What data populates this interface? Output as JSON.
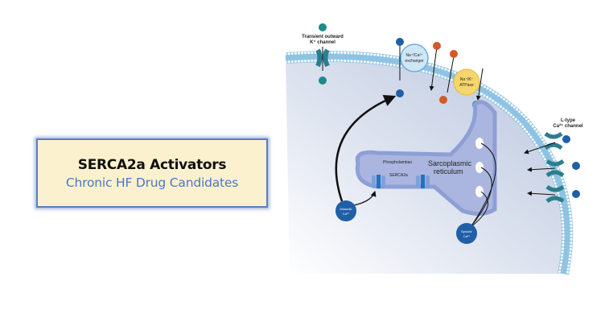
{
  "title_box": {
    "heading": "SERCA2a Activators",
    "subheading": "Chronic HF Drug Candidates"
  },
  "diagram": {
    "labels": {
      "k_channel_line1": "Transient outward",
      "k_channel_line2": "K⁺ channel",
      "exchanger_line1": "Na⁺/Ca²⁺",
      "exchanger_line2": "exchanger",
      "atpase_line1": "Na⁺/K⁺",
      "atpase_line2": "ATPase",
      "l_type_line1": "L-type",
      "l_type_line2": "Ca²⁺ channel",
      "phospholamban": "Phospholamban",
      "serca": "SERCA2a",
      "sr_line1": "Sarcoplasmic",
      "sr_line2": "reticulum",
      "diastolic_line1": "Diastolic",
      "diastolic_line2": "Ca²⁺",
      "systolic_line1": "Systolic",
      "systolic_line2": "Ca²⁺"
    },
    "colors": {
      "membrane": "#8fc3e3",
      "cytosol": "#c9d3e6",
      "sr": "#8e9fd6",
      "calcium_ion": "#1f5fa8",
      "sodium_ion": "#d2592a",
      "potassium_ion": "#1f8a8a",
      "atpase": "#f6d66b",
      "exchanger": "#cfe6f6"
    }
  }
}
